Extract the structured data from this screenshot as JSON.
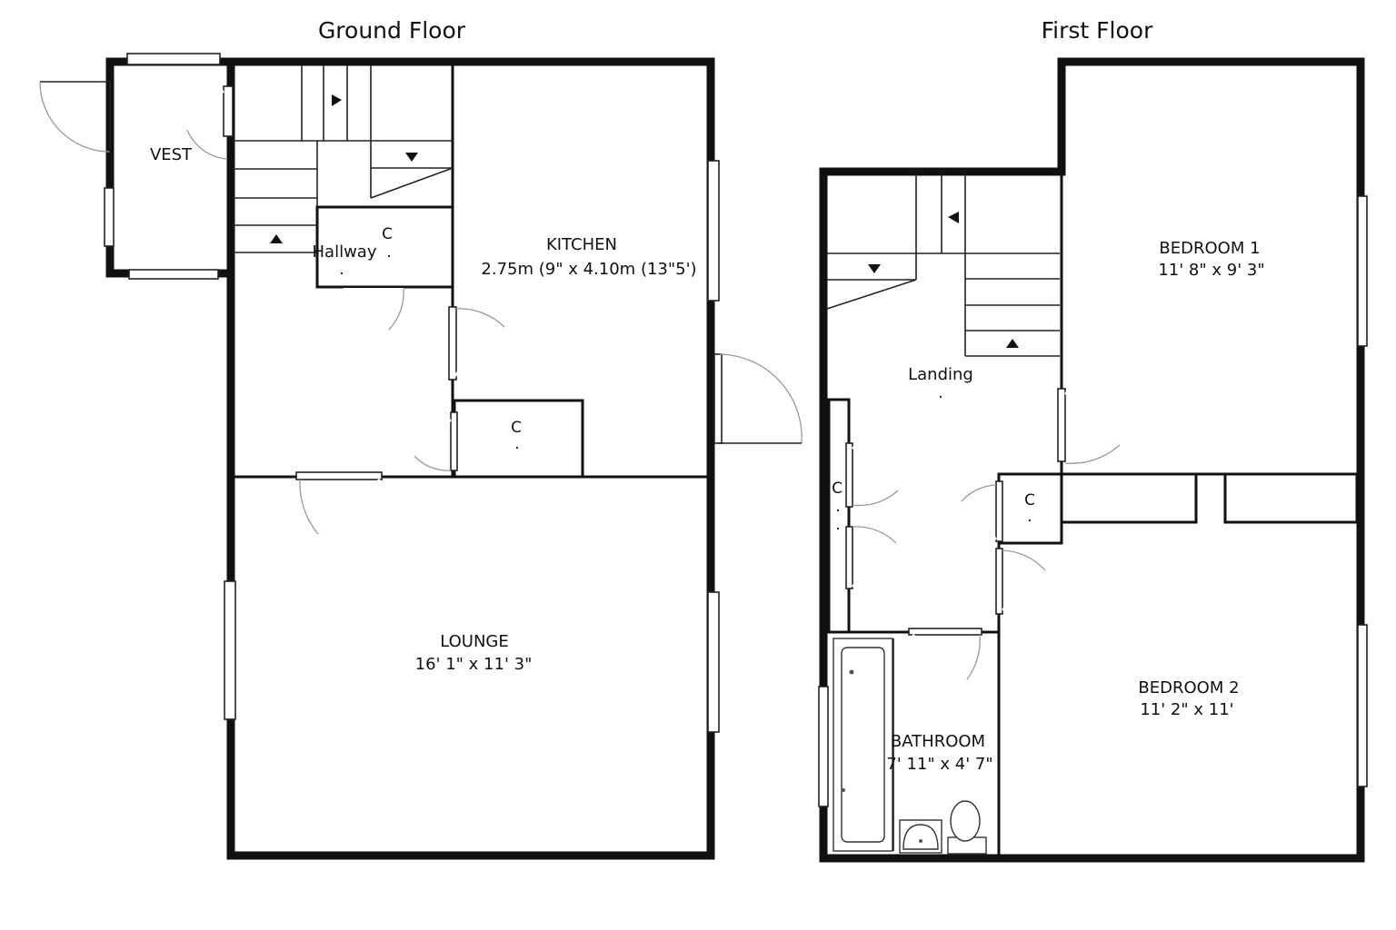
{
  "floors": {
    "ground": {
      "title": "Ground Floor",
      "rooms": {
        "vest": {
          "name": "VEST"
        },
        "hallway": {
          "name": "Hallway"
        },
        "kitchen": {
          "name": "KITCHEN",
          "dims": "2.75m (9\" x 4.10m (13\"5')"
        },
        "lounge": {
          "name": "LOUNGE",
          "dims": "16' 1\" x 11' 3\""
        },
        "cupboard_hall": {
          "name": "C"
        },
        "cupboard_kitchen": {
          "name": "C"
        }
      }
    },
    "first": {
      "title": "First Floor",
      "rooms": {
        "landing": {
          "name": "Landing"
        },
        "bedroom1": {
          "name": "BEDROOM 1",
          "dims": "11' 8\" x 9' 3\""
        },
        "bedroom2": {
          "name": "BEDROOM 2",
          "dims": "11' 2\" x 11'"
        },
        "bathroom": {
          "name": "BATHROOM",
          "dims": "7' 11\" x 4' 7\""
        },
        "cupboard_left": {
          "name": "C"
        },
        "cupboard_mid": {
          "name": "C"
        }
      }
    }
  },
  "colors": {
    "wall": "#111111",
    "background": "#ffffff",
    "door_swing": "#999999"
  }
}
